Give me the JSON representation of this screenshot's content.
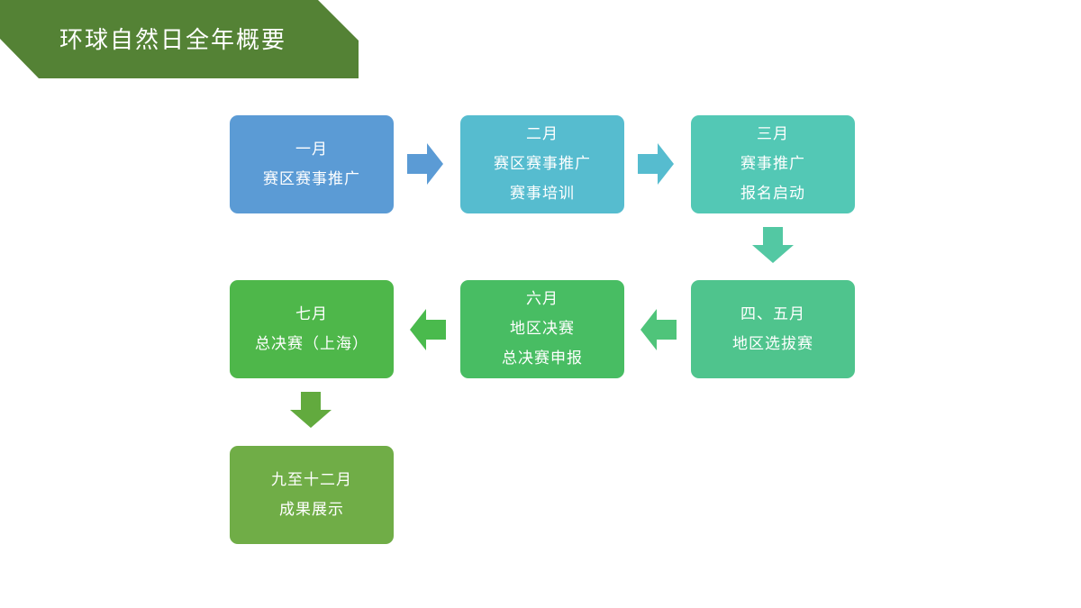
{
  "header": {
    "title": "环球自然日全年概要",
    "color": "#548235"
  },
  "steps": [
    {
      "id": "jan",
      "lines": [
        "一月",
        "赛区赛事推广"
      ],
      "color": "#5b9bd5"
    },
    {
      "id": "feb",
      "lines": [
        "二月",
        "赛区赛事推广",
        "赛事培训"
      ],
      "color": "#56bccf"
    },
    {
      "id": "mar",
      "lines": [
        "三月",
        "赛事推广",
        "报名启动"
      ],
      "color": "#53c8b5"
    },
    {
      "id": "apr-may",
      "lines": [
        "四、五月",
        "地区选拔赛"
      ],
      "color": "#4fc48d"
    },
    {
      "id": "jun",
      "lines": [
        "六月",
        "地区决赛",
        "总决赛申报"
      ],
      "color": "#48bd63"
    },
    {
      "id": "jul",
      "lines": [
        "七月",
        "总决赛（上海）"
      ],
      "color": "#4eb74a"
    },
    {
      "id": "sep-dec",
      "lines": [
        "九至十二月",
        "成果展示"
      ],
      "color": "#70ad47"
    }
  ],
  "arrows": [
    {
      "from": "jan",
      "to": "feb",
      "direction": "right",
      "color": "#5b9bd5"
    },
    {
      "from": "feb",
      "to": "mar",
      "direction": "right",
      "color": "#56bccf"
    },
    {
      "from": "mar",
      "to": "apr-may",
      "direction": "down",
      "color": "#53c8a3"
    },
    {
      "from": "apr-may",
      "to": "jun",
      "direction": "left",
      "color": "#4fc47a"
    },
    {
      "from": "jun",
      "to": "jul",
      "direction": "left",
      "color": "#4aba4d"
    },
    {
      "from": "jul",
      "to": "sep-dec",
      "direction": "down",
      "color": "#62aa3e"
    }
  ]
}
